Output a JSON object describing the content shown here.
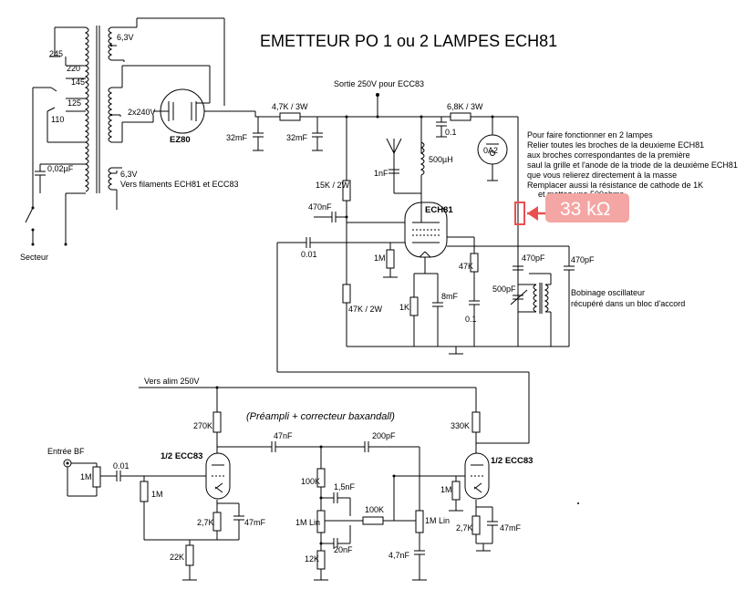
{
  "title": "EMETTEUR PO 1 ou 2 LAMPES ECH81",
  "labels": {
    "v63_top": "6,3V",
    "tap245": "245",
    "tap220": "220",
    "tap145": "145",
    "tap125": "125",
    "tap110": "110",
    "hv_2x240": "2x240V",
    "ez80": "EZ80",
    "cap_32mf_1": "32mF",
    "cap_32mf_2": "32mF",
    "c002": "0,02µF",
    "v63_fil": "6,3V",
    "vers_filaments": "Vers filaments ECH81 et ECC83",
    "secteur": "Secteur",
    "sortie250": "Sortie 250V pour ECC83",
    "r47k3w": "4,7K / 3W",
    "r68k3w": "6,8K / 3W",
    "c01_top": "0.1",
    "oa2": "0A2",
    "c1nf": "1nF",
    "l500uh": "500µH",
    "r15k2w": "15K / 2W",
    "c470nf": "470nF",
    "ech81": "ECH81",
    "c001": "0.01",
    "r1m": "1M",
    "r47k": "47K",
    "c470pf_1": "470pF",
    "c470pf_2": "470pF",
    "c500pf": "500pF",
    "c8mf": "8mF",
    "r1k": "1K",
    "c01_mid": "0.1",
    "r47k2w": "47K / 2W",
    "bobinage1": "Bobinage oscillateur",
    "bobinage2": "récupéré dans un bloc d'accord",
    "vers_alim": "Vers alim 250V",
    "preampli": "(Préampli + correcteur baxandall)",
    "r270k": "270K",
    "r330k": "330K",
    "c47nf": "47nF",
    "c200pf": "200pF",
    "ecc83_1": "1/2 ECC83",
    "ecc83_2": "1/2 ECC83",
    "entree_bf": "Entrée BF",
    "c001_bf": "0.01",
    "r1m_in": "1M",
    "r1m_grid": "1M",
    "r27k_1": "2,7K",
    "c47mf_1": "47mF",
    "r22k": "22K",
    "r100k_1": "100K",
    "c15nf": "1,5nF",
    "r1mlin_1": "1M Lin",
    "r100k_2": "100K",
    "r1mlin_2": "1M Lin",
    "c20nf": "20nF",
    "r12k": "12K",
    "c47nf_2": "4,7nF",
    "r1m_2": "1M",
    "r27k_2": "2,7K",
    "c47mf_2": "47mF"
  },
  "notes": [
    "Pour faire fonctionner en 2 lampes",
    "Relier toutes les broches de la deuxieme ECH81",
    "aux broches correspondantes de la première",
    "saul la grille et l'anode de la triode de la deuxième ECH81",
    "que vous relierez directement à la masse",
    "Remplacer aussi la résistance de cathode de 1K",
    "et mettez une 500ohms"
  ],
  "annotation": {
    "text": "33 kΩ",
    "color": "#e8504f",
    "bg": "#f4a6a4"
  }
}
